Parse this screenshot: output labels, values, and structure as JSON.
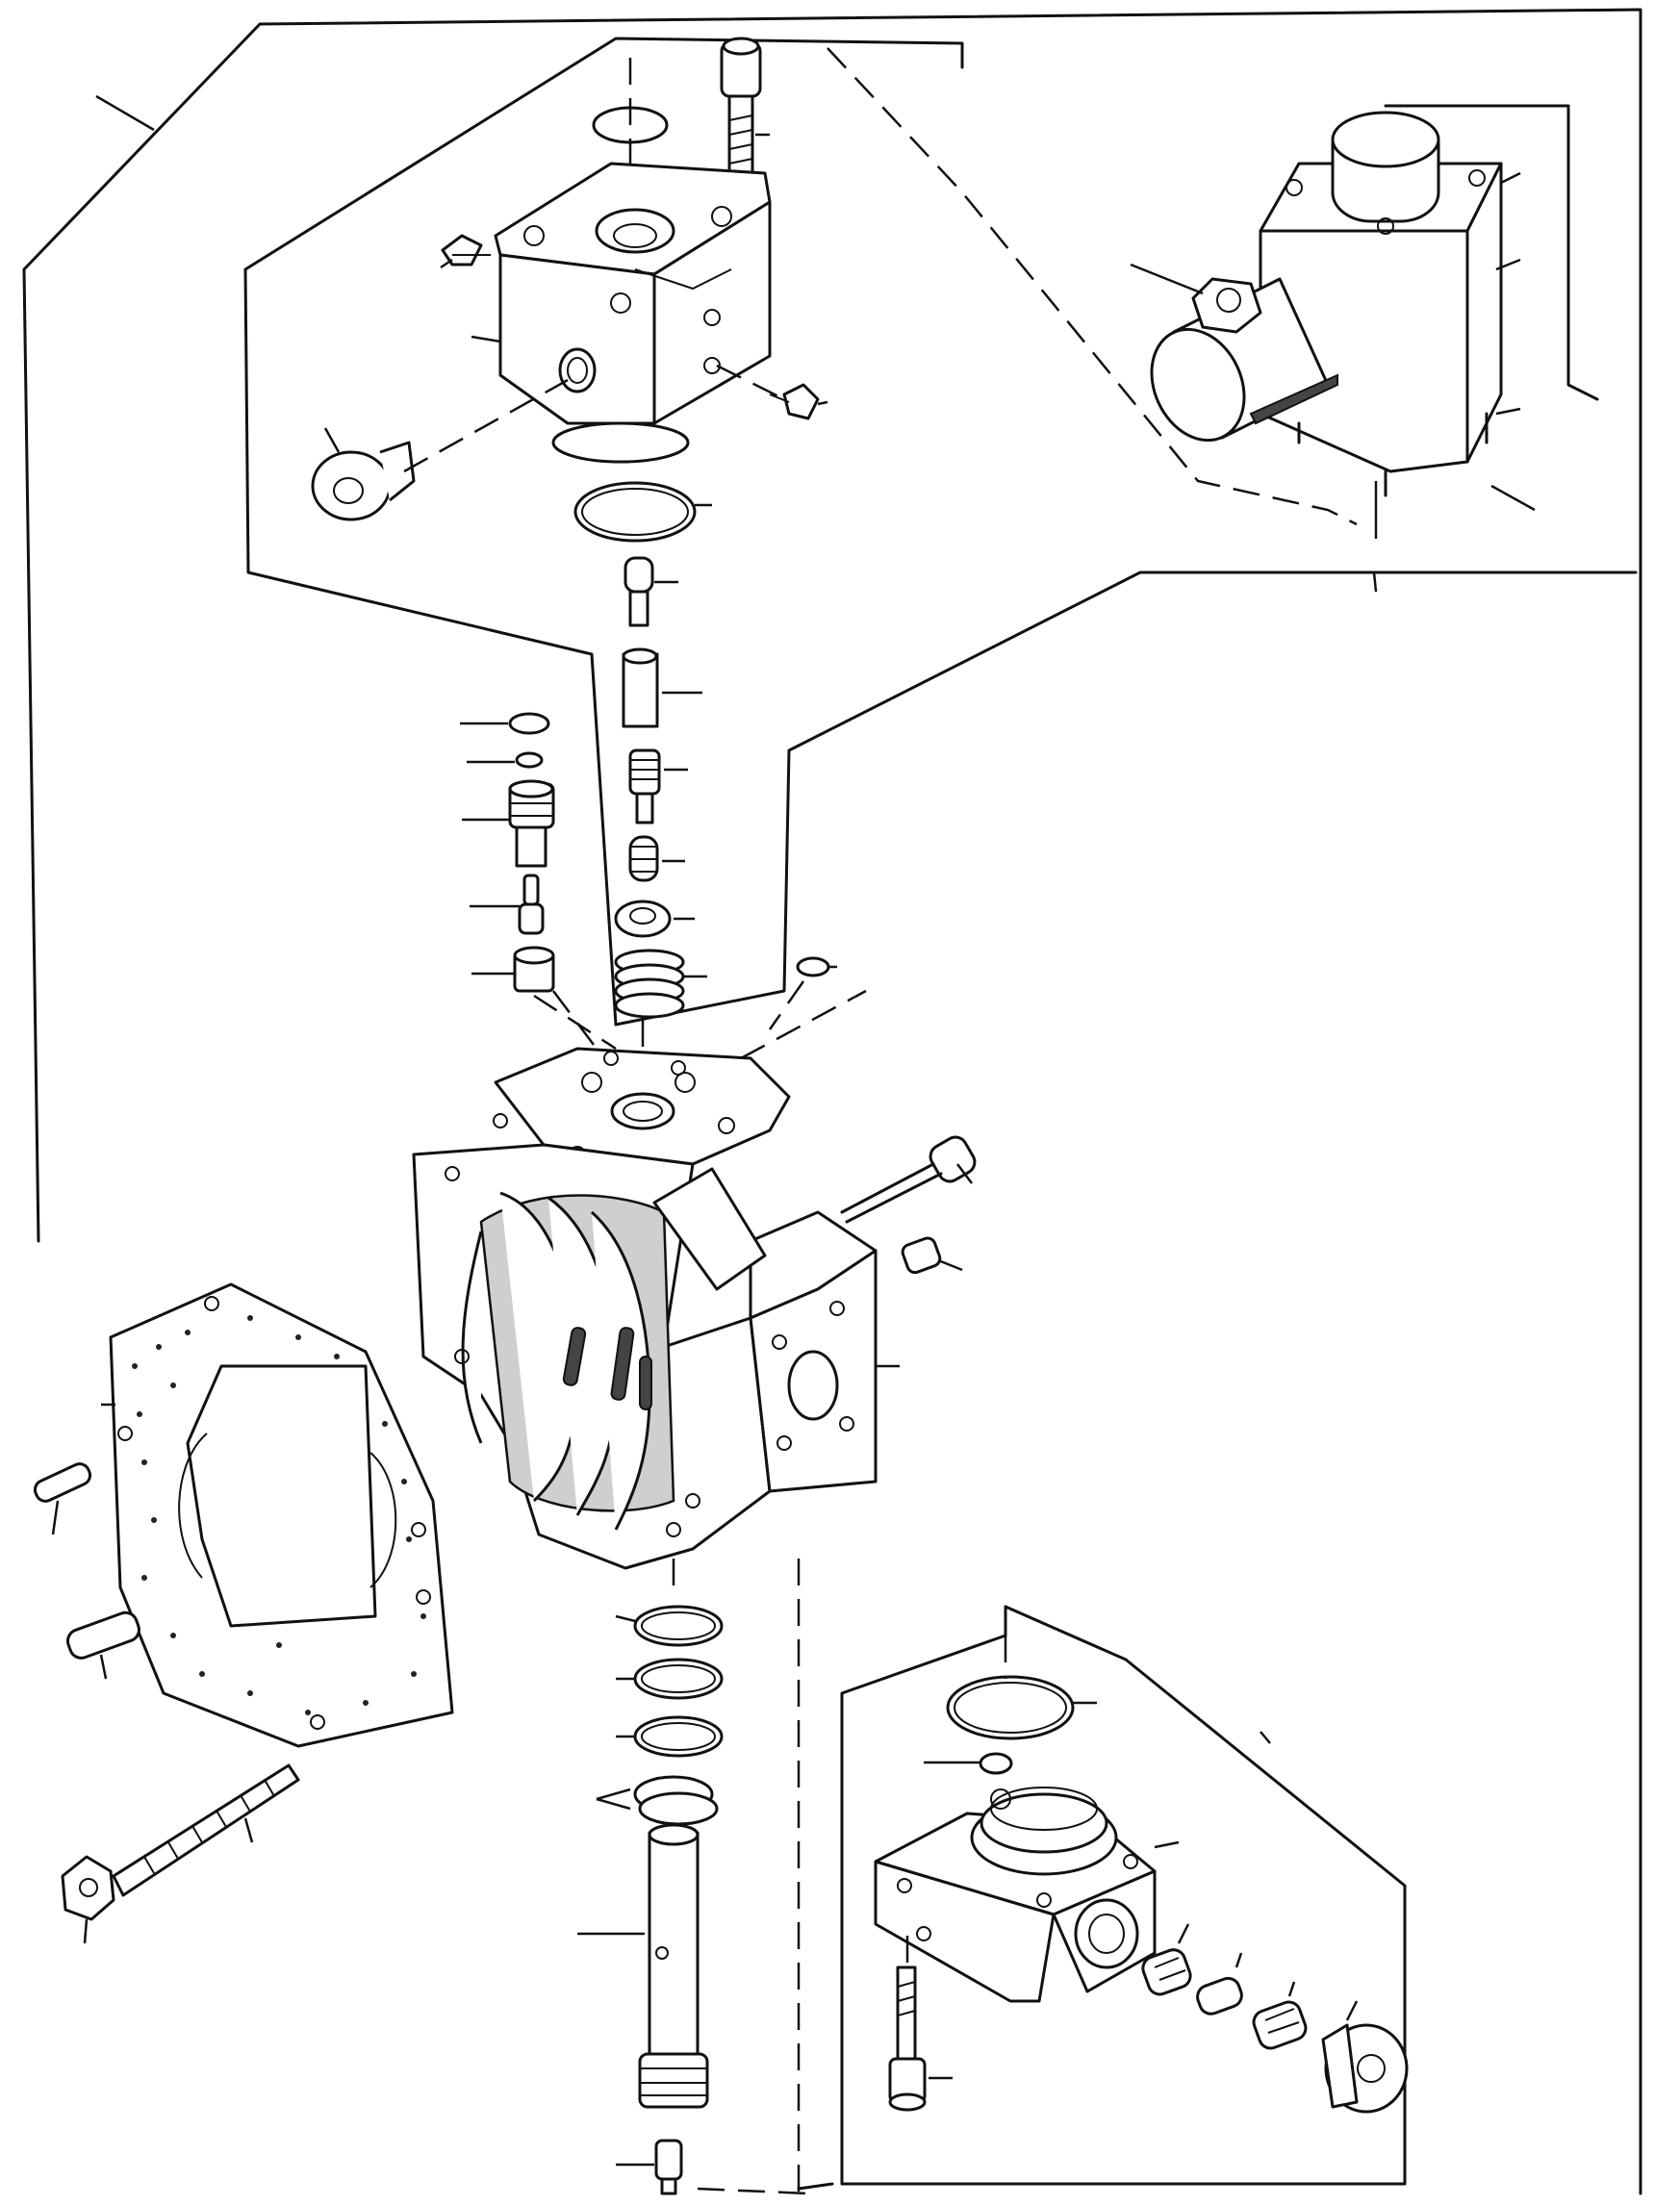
{
  "diagram": {
    "type": "exploded-parts-view",
    "colors": {
      "line": "#111111",
      "background": "#ffffff",
      "shading": "#cfcfcf"
    },
    "groups": [
      {
        "id": "upper-valve-assembly"
      },
      {
        "id": "solenoid-assembly"
      },
      {
        "id": "spool-and-springs"
      },
      {
        "id": "pump-housing"
      },
      {
        "id": "gasket"
      },
      {
        "id": "lower-valve-assembly"
      }
    ]
  }
}
